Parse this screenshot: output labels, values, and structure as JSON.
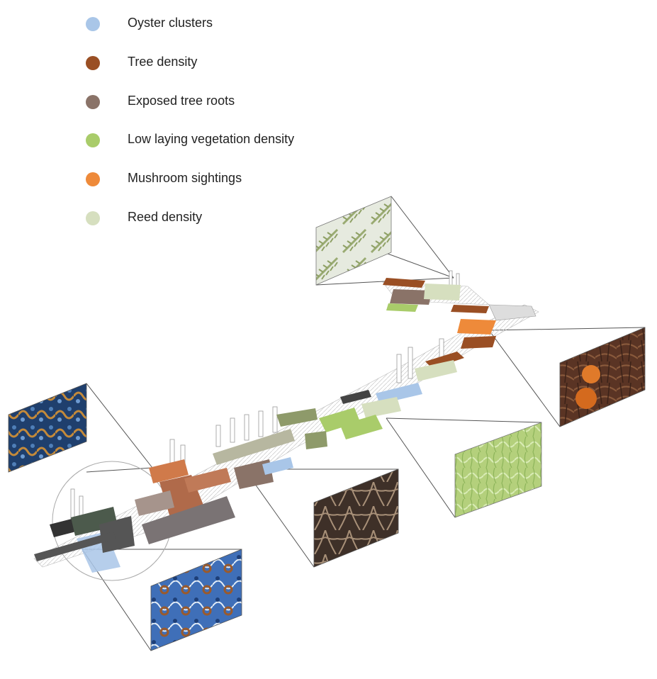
{
  "legend": {
    "items": [
      {
        "label": "Oyster clusters",
        "color": "#a9c6e8"
      },
      {
        "label": "Tree density",
        "color": "#9a4f24"
      },
      {
        "label": "Exposed tree roots",
        "color": "#8a7368"
      },
      {
        "label": "Low laying vegetation density",
        "color": "#a9cc6a"
      },
      {
        "label": "Mushroom sightings",
        "color": "#ee8a3a"
      },
      {
        "label": "Reed density",
        "color": "#d6dfbf"
      }
    ]
  },
  "photos": [
    {
      "name": "reed-density-photo",
      "subject": "Reed density"
    },
    {
      "name": "mushroom-photo",
      "subject": "Mushroom sightings"
    },
    {
      "name": "oyster-cluster-photo-left",
      "subject": "Oyster clusters"
    },
    {
      "name": "low-vegetation-photo",
      "subject": "Low laying vegetation density"
    },
    {
      "name": "exposed-roots-photo",
      "subject": "Exposed tree roots"
    },
    {
      "name": "oyster-cluster-photo-bottom",
      "subject": "Oyster clusters"
    }
  ]
}
